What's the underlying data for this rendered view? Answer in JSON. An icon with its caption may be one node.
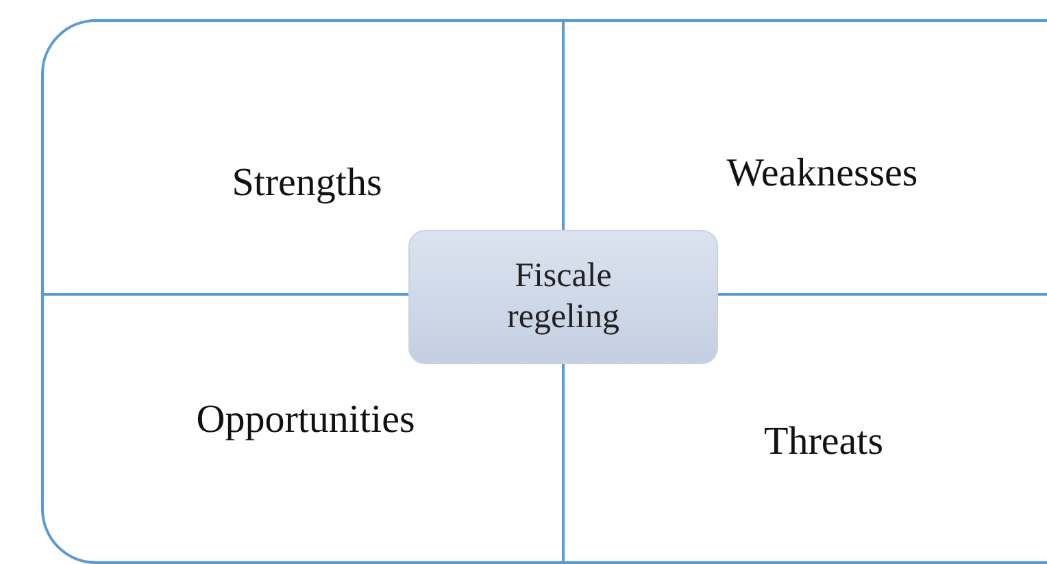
{
  "diagram": {
    "nodes": [
      {
        "text": [
          "Strengths"
        ]
      },
      {
        "text": [
          "Weaknesses"
        ]
      },
      {
        "text": [
          "Opportunities"
        ]
      },
      {
        "text": [
          "Threats"
        ]
      },
      {
        "text": [
          "Fiscale regeling"
        ]
      }
    ]
  }
}
